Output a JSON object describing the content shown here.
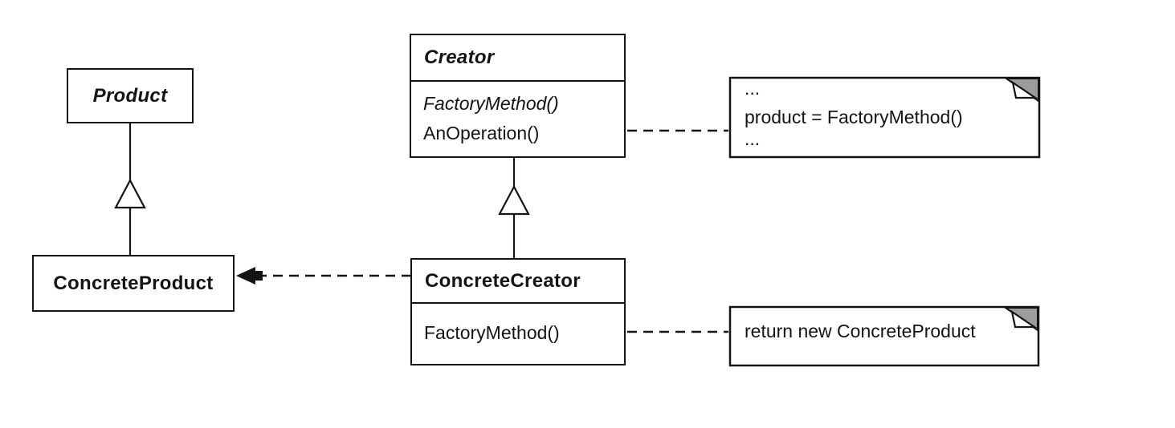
{
  "diagram_type": "uml-class-diagram",
  "classes": {
    "product": {
      "name": "Product"
    },
    "concrete_product": {
      "name": "ConcreteProduct"
    },
    "creator": {
      "name": "Creator",
      "methods": {
        "factory_method": "FactoryMethod()",
        "an_operation": "AnOperation()"
      }
    },
    "concrete_creator": {
      "name": "ConcreteCreator",
      "methods": {
        "factory_method": "FactoryMethod()"
      }
    }
  },
  "notes": {
    "creator_note": {
      "line1": "...",
      "line2": "product = FactoryMethod()",
      "line3": "..."
    },
    "concrete_creator_note": {
      "line1": "return new ConcreteProduct"
    }
  },
  "colors": {
    "line": "#141414",
    "note_fold_gray": "#9c9c9c",
    "background": "#ffffff"
  }
}
